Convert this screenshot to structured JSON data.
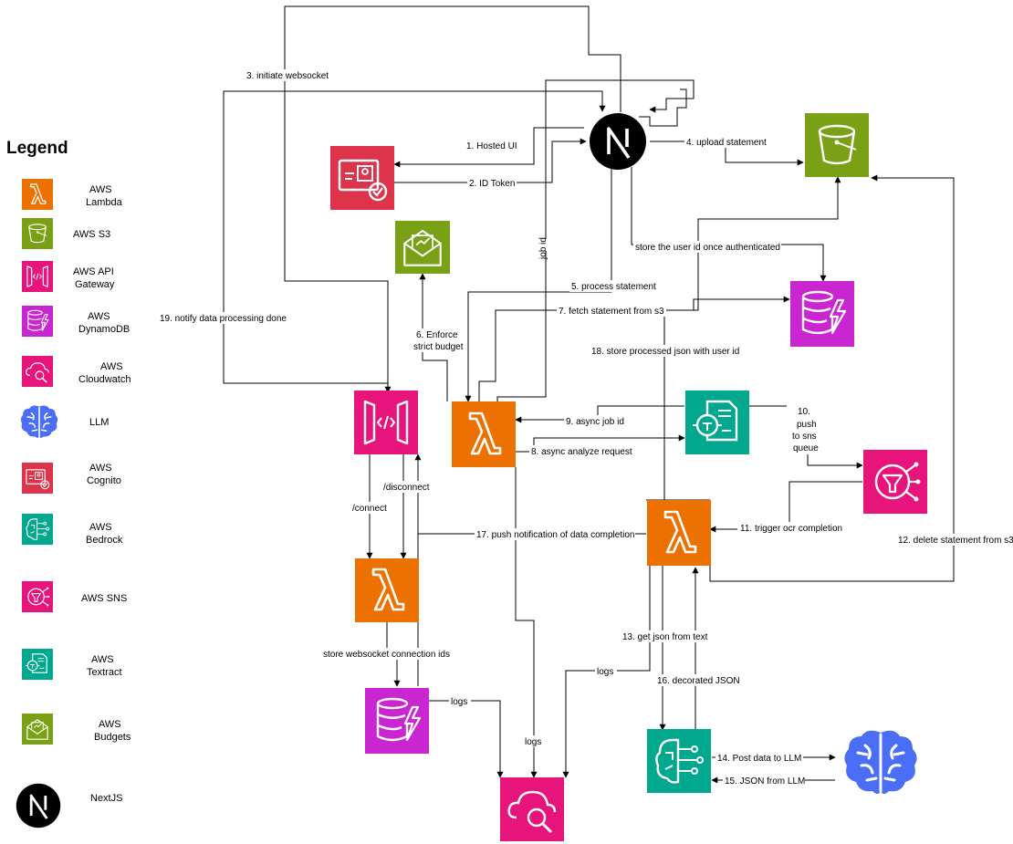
{
  "legend": {
    "title": "Legend",
    "items": [
      {
        "id": "lambda",
        "label": [
          "AWS",
          "Lambda"
        ],
        "icon": "lambda-icon",
        "color": "#ED7100"
      },
      {
        "id": "s3",
        "label": [
          "AWS S3"
        ],
        "icon": "s3-bucket-icon",
        "color": "#7AA116"
      },
      {
        "id": "apigw",
        "label": [
          "AWS API",
          "Gateway"
        ],
        "icon": "api-gateway-icon",
        "color": "#E7157B"
      },
      {
        "id": "dynamo",
        "label": [
          "AWS",
          "DynamoDB"
        ],
        "icon": "dynamodb-icon",
        "color": "#C925D1"
      },
      {
        "id": "cloudwatch",
        "label": [
          "AWS",
          "Cloudwatch"
        ],
        "icon": "cloudwatch-icon",
        "color": "#E7157B"
      },
      {
        "id": "llm",
        "label": [
          "LLM"
        ],
        "icon": "brain-icon",
        "color": "#4A6EF5"
      },
      {
        "id": "cognito",
        "label": [
          "AWS",
          "Cognito"
        ],
        "icon": "cognito-icon",
        "color": "#DD344C"
      },
      {
        "id": "bedrock",
        "label": [
          "AWS",
          "Bedrock"
        ],
        "icon": "bedrock-icon",
        "color": "#01A88D"
      },
      {
        "id": "sns",
        "label": [
          "AWS SNS"
        ],
        "icon": "sns-icon",
        "color": "#E7157B"
      },
      {
        "id": "textract",
        "label": [
          "AWS",
          "Textract"
        ],
        "icon": "textract-icon",
        "color": "#01A88D"
      },
      {
        "id": "budgets",
        "label": [
          "AWS",
          "Budgets"
        ],
        "icon": "budgets-icon",
        "color": "#7AA116"
      },
      {
        "id": "nextjs",
        "label": [
          "NextJS"
        ],
        "icon": "nextjs-icon",
        "color": "#000000"
      }
    ]
  },
  "labels": {
    "l1": "1. Hosted UI",
    "l2": "2. ID Token",
    "l3": "3. initiate websocket",
    "l4": "4. upload statement",
    "l5": "5. process statement",
    "l6a": "6. Enforce",
    "l6b": "strict budget",
    "l7": "7. fetch statement from s3",
    "l8": "8. async analyze request",
    "l9": "9. async job id",
    "l10a": "10.",
    "l10b": "push",
    "l10c": "to sns",
    "l10d": "queue",
    "l11": "11. trigger ocr completion",
    "l12": "12. delete statement from s3",
    "l13": "13. get json from text",
    "l14": "14. Post data to LLM",
    "l15": "15. JSON from LLM",
    "l16": "16. decorated JSON",
    "l17": "17. push notification of data completion",
    "l18": "18. store processed json with user id",
    "l19": "19. notify data processing done",
    "job_id": "job id",
    "store_user": "store the user id once authenticated",
    "connect": "/connect",
    "disconnect": "/disconnect",
    "store_ws": "store websocket connection ids",
    "logs": "logs"
  }
}
